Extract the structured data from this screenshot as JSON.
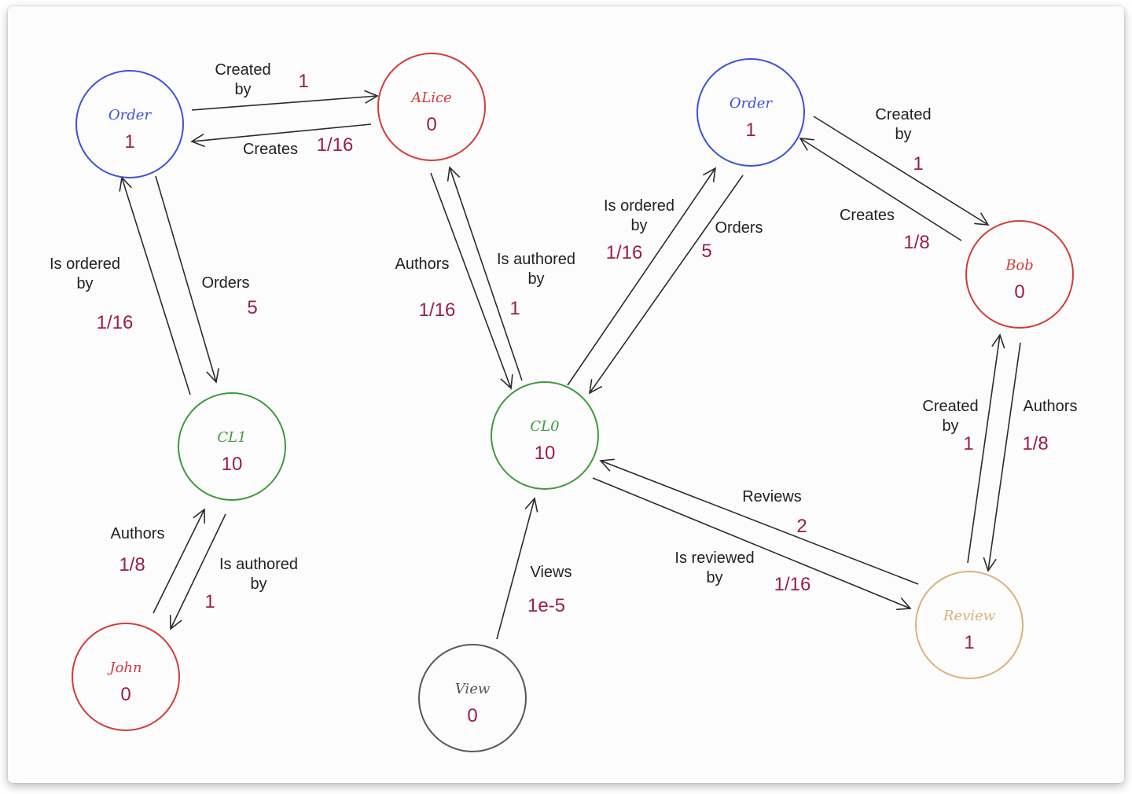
{
  "colors": {
    "blue": "#3f51d6",
    "red": "#d23b3b",
    "green": "#3e9a3e",
    "dark": "#55555e",
    "tan": "#d9b27a",
    "score": "#9a1f45",
    "edge": "#2b2b2b"
  },
  "nodes": [
    {
      "id": "order1",
      "name": "Order",
      "score": "1",
      "color": "blue"
    },
    {
      "id": "alice",
      "name": "ALice",
      "score": "0",
      "color": "red"
    },
    {
      "id": "order2",
      "name": "Order",
      "score": "1",
      "color": "blue"
    },
    {
      "id": "bob",
      "name": "Bob",
      "score": "0",
      "color": "red"
    },
    {
      "id": "cl1",
      "name": "CL1",
      "score": "10",
      "color": "green"
    },
    {
      "id": "cl0",
      "name": "CL0",
      "score": "10",
      "color": "green"
    },
    {
      "id": "john",
      "name": "John",
      "score": "0",
      "color": "red"
    },
    {
      "id": "view",
      "name": "View",
      "score": "0",
      "color": "dark"
    },
    {
      "id": "review",
      "name": "Review",
      "score": "1",
      "color": "tan"
    }
  ],
  "edges": [
    {
      "id": "order1-alice",
      "from": "order1",
      "to": "alice",
      "label": [
        "Created",
        "by"
      ],
      "weight": "1"
    },
    {
      "id": "alice-order1",
      "from": "alice",
      "to": "order1",
      "label": [
        "Creates"
      ],
      "weight": "1/16"
    },
    {
      "id": "cl1-order1",
      "from": "cl1",
      "to": "order1",
      "label": [
        "Is ordered",
        "by"
      ],
      "weight": "1/16"
    },
    {
      "id": "order1-cl1",
      "from": "order1",
      "to": "cl1",
      "label": [
        "Orders"
      ],
      "weight": "5"
    },
    {
      "id": "john-cl1",
      "from": "john",
      "to": "cl1",
      "label": [
        "Authors"
      ],
      "weight": "1/8"
    },
    {
      "id": "cl1-john",
      "from": "cl1",
      "to": "john",
      "label": [
        "Is authored",
        "by"
      ],
      "weight": "1"
    },
    {
      "id": "alice-cl0",
      "from": "alice",
      "to": "cl0",
      "label": [
        "Authors"
      ],
      "weight": "1/16"
    },
    {
      "id": "cl0-alice",
      "from": "cl0",
      "to": "alice",
      "label": [
        "Is authored",
        "by"
      ],
      "weight": "1"
    },
    {
      "id": "cl0-order2",
      "from": "cl0",
      "to": "order2",
      "label": [
        "Is ordered",
        "by"
      ],
      "weight": "1/16"
    },
    {
      "id": "order2-cl0",
      "from": "order2",
      "to": "cl0",
      "label": [
        "Orders"
      ],
      "weight": "5"
    },
    {
      "id": "order2-bob",
      "from": "order2",
      "to": "bob",
      "label": [
        "Created",
        "by"
      ],
      "weight": "1"
    },
    {
      "id": "bob-order2",
      "from": "bob",
      "to": "order2",
      "label": [
        "Creates"
      ],
      "weight": "1/8"
    },
    {
      "id": "review-bob",
      "from": "review",
      "to": "bob",
      "label": [
        "Created",
        "by"
      ],
      "weight": "1"
    },
    {
      "id": "bob-review",
      "from": "bob",
      "to": "review",
      "label": [
        "Authors"
      ],
      "weight": "1/8"
    },
    {
      "id": "review-cl0",
      "from": "review",
      "to": "cl0",
      "label": [
        "Reviews"
      ],
      "weight": "2"
    },
    {
      "id": "cl0-review",
      "from": "cl0",
      "to": "review",
      "label": [
        "Is reviewed",
        "by"
      ],
      "weight": "1/16"
    },
    {
      "id": "view-cl0",
      "from": "view",
      "to": "cl0",
      "label": [
        "Views"
      ],
      "weight": "1e-5"
    }
  ]
}
